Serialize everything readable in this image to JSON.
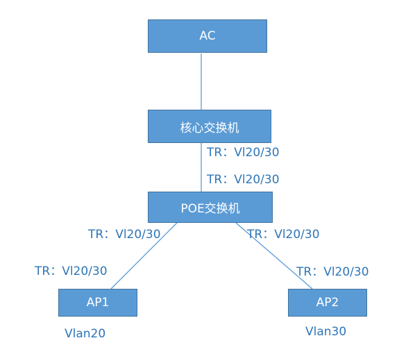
{
  "nodes": {
    "ac": "AC",
    "core_switch": "核心交换机",
    "poe_switch": "POE交换机",
    "ap1": "AP1",
    "ap2": "AP2"
  },
  "link_labels": {
    "core_down": "TR：Vl20/30",
    "poe_up": "TR：Vl20/30",
    "poe_left": "TR：Vl20/30",
    "ap1_up": "TR：Vl20/30",
    "poe_right": "TR：Vl20/30",
    "ap2_up": "TR：Vl20/30"
  },
  "vlans": {
    "ap1": "Vlan20",
    "ap2": "Vlan30"
  },
  "colors": {
    "node_fill": "#5b9bd5",
    "node_border": "#41719c",
    "link_line": "#5b9bd5",
    "label_text": "#2e75b6"
  }
}
